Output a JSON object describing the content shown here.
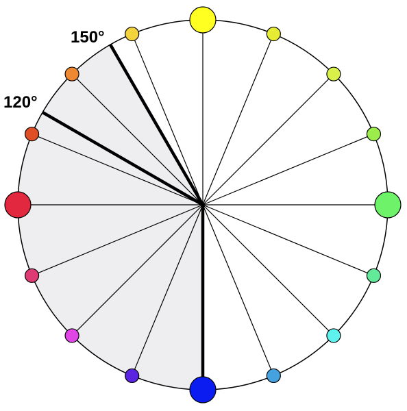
{
  "labels": {
    "angle_150": "150°",
    "angle_120": "120°"
  },
  "colors": {
    "background": "#ffffff",
    "stroke": "#000000",
    "highlight_sector": "#eeeef0"
  },
  "wheel": {
    "spoke_count": 16,
    "highlight": {
      "from_deg": 180,
      "to_deg": 330
    },
    "bold_spokes_deg": [
      180,
      300,
      330
    ],
    "markers": [
      {
        "angle": 0,
        "color": "#ffff22",
        "size": "large"
      },
      {
        "angle": 22.5,
        "color": "#e6ec34",
        "size": "small"
      },
      {
        "angle": 45,
        "color": "#d9f04a",
        "size": "small"
      },
      {
        "angle": 67.5,
        "color": "#9ced4c",
        "size": "small"
      },
      {
        "angle": 90,
        "color": "#6ef26a",
        "size": "large"
      },
      {
        "angle": 112.5,
        "color": "#62ea9a",
        "size": "small"
      },
      {
        "angle": 135,
        "color": "#5ef1ee",
        "size": "small"
      },
      {
        "angle": 157.5,
        "color": "#45a2de",
        "size": "small"
      },
      {
        "angle": 180,
        "color": "#0a1cf0",
        "size": "large"
      },
      {
        "angle": 202.5,
        "color": "#5a24e0",
        "size": "small"
      },
      {
        "angle": 225,
        "color": "#e045e6",
        "size": "small"
      },
      {
        "angle": 247.5,
        "color": "#de3a74",
        "size": "small"
      },
      {
        "angle": 270,
        "color": "#e2283e",
        "size": "large"
      },
      {
        "angle": 292.5,
        "color": "#e04e26",
        "size": "small"
      },
      {
        "angle": 315,
        "color": "#ee8833",
        "size": "small"
      },
      {
        "angle": 337.5,
        "color": "#f4d43c",
        "size": "small"
      }
    ]
  }
}
